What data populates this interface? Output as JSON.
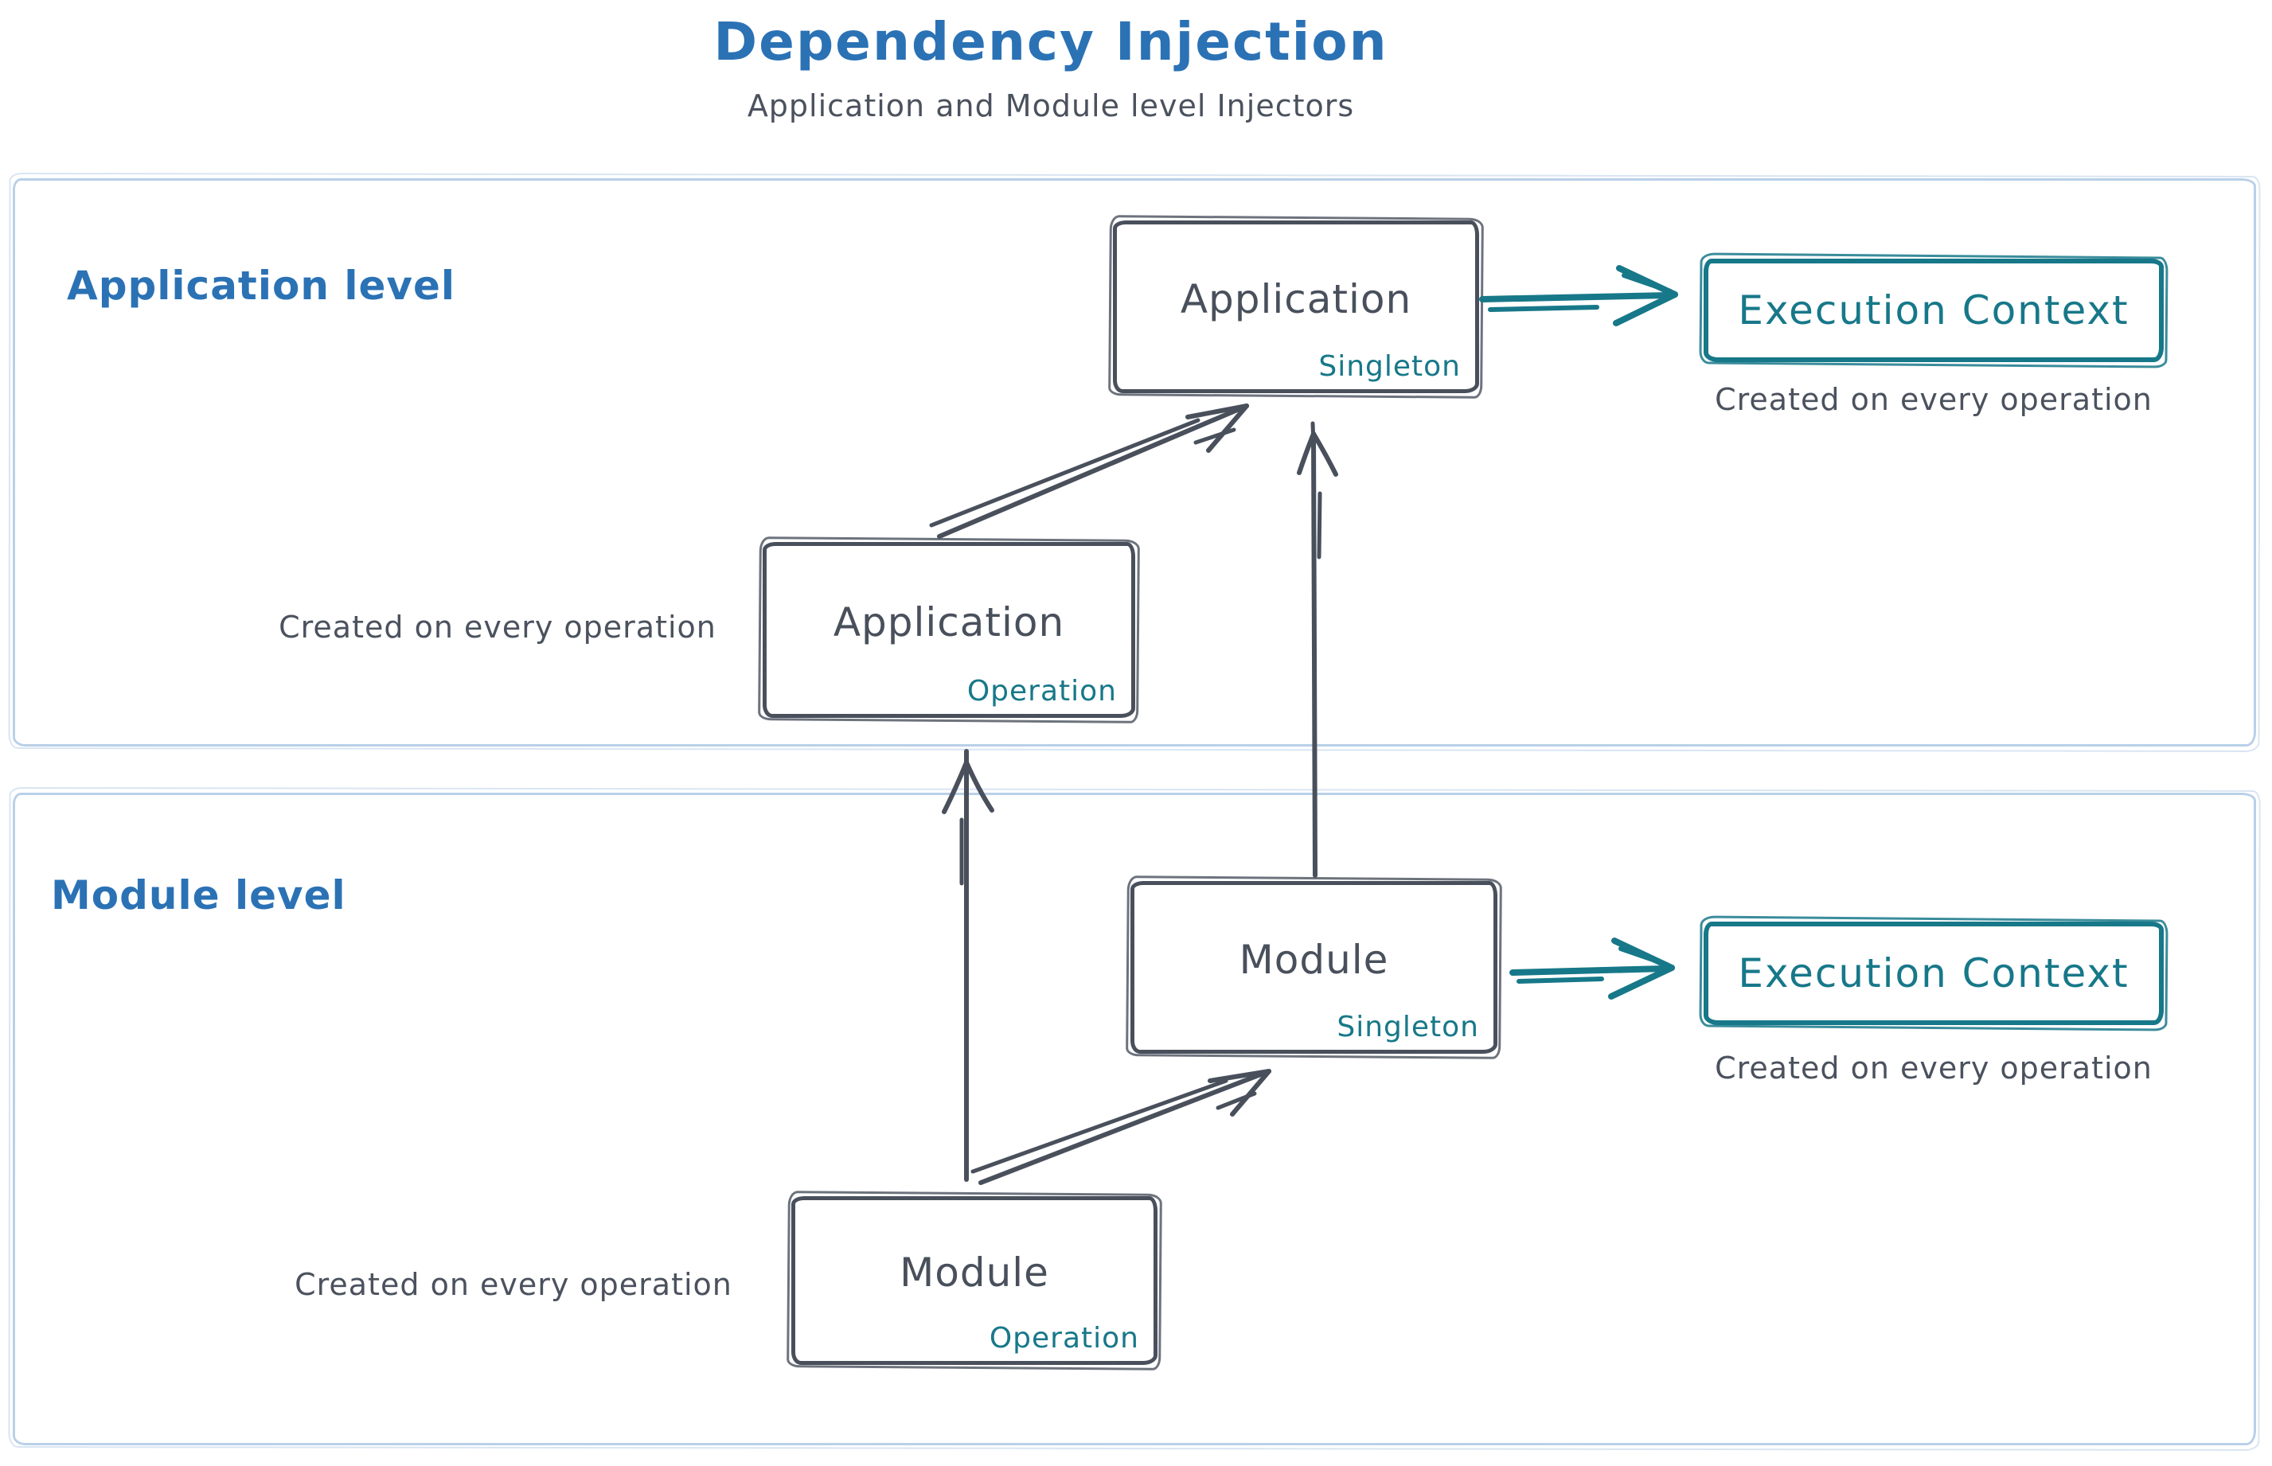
{
  "title": "Dependency Injection",
  "subtitle": "Application and Module level Injectors",
  "colors": {
    "accent_blue": "#2b72b5",
    "accent_teal": "#177889",
    "sketch_slate": "#49505c",
    "container_border": "#b9d0e8"
  },
  "application_section": {
    "label": "Application level",
    "singleton_box": {
      "title": "Application",
      "scope": "Singleton"
    },
    "operation_box": {
      "title": "Application",
      "scope": "Operation"
    },
    "operation_caption": "Created on every operation",
    "execution_context": {
      "label": "Execution Context",
      "caption": "Created on every operation"
    }
  },
  "module_section": {
    "label": "Module level",
    "singleton_box": {
      "title": "Module",
      "scope": "Singleton"
    },
    "operation_box": {
      "title": "Module",
      "scope": "Operation"
    },
    "operation_caption": "Created on every operation",
    "execution_context": {
      "label": "Execution Context",
      "caption": "Created on every operation"
    }
  }
}
